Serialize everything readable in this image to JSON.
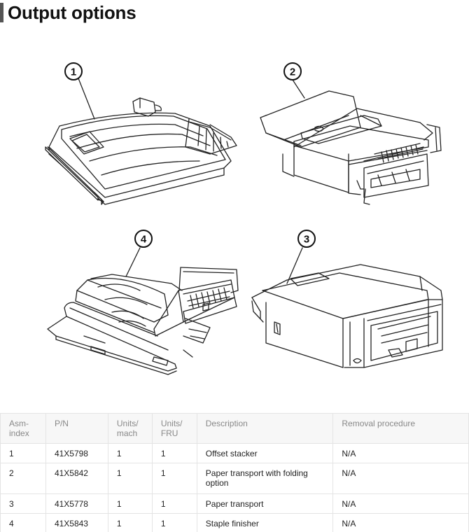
{
  "page": {
    "title": "Output options"
  },
  "callouts": {
    "c1": "1",
    "c2": "2",
    "c3": "3",
    "c4": "4"
  },
  "table": {
    "headers": {
      "asm_index": "Asm-\nindex",
      "pn": "P/N",
      "units_mach": "Units/\nmach",
      "units_fru": "Units/\nFRU",
      "description": "Description",
      "removal": "Removal procedure"
    },
    "rows": [
      {
        "asm_index": "1",
        "pn": "41X5798",
        "units_mach": "1",
        "units_fru": "1",
        "description": "Offset stacker",
        "removal": "N/A"
      },
      {
        "asm_index": "2",
        "pn": "41X5842",
        "units_mach": "1",
        "units_fru": "1",
        "description": "Paper transport with folding option",
        "removal": "N/A"
      },
      {
        "asm_index": "3",
        "pn": "41X5778",
        "units_mach": "1",
        "units_fru": "1",
        "description": "Paper transport",
        "removal": "N/A"
      },
      {
        "asm_index": "4",
        "pn": "41X5843",
        "units_mach": "1",
        "units_fru": "1",
        "description": "Staple finisher",
        "removal": "N/A"
      }
    ]
  }
}
